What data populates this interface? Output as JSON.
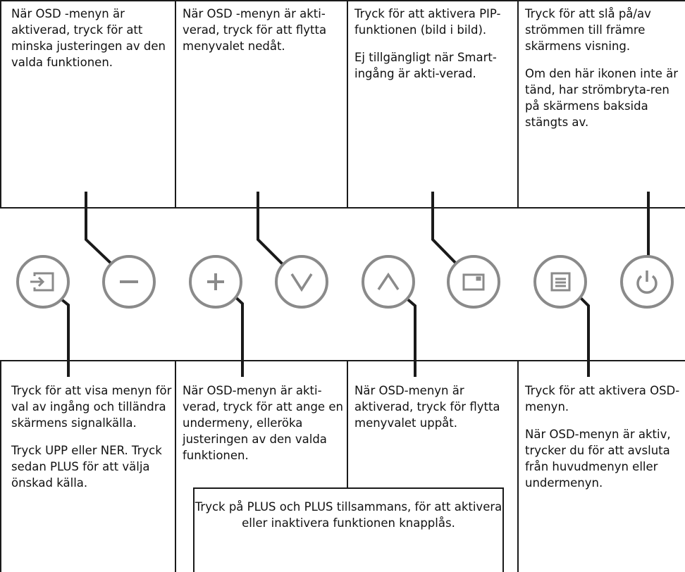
{
  "top_descriptions": [
    {
      "paragraphs": [
        "När OSD -menyn är aktiverad, tryck för att minska justeringen av den valda funktionen."
      ]
    },
    {
      "paragraphs": [
        "När OSD -menyn är akti-verad, tryck för att flytta menyvalet nedåt."
      ]
    },
    {
      "paragraphs": [
        "Tryck för att aktivera PIP-funktionen (bild i bild).",
        "Ej tillgängligt när Smart-ingång är akti-verad."
      ]
    },
    {
      "paragraphs": [
        "Tryck för att slå på/av strömmen till främre skärmens visning.",
        "Om den här ikonen inte är tänd, har strömbryta-ren på skärmens baksida stängts av."
      ]
    }
  ],
  "bottom_descriptions": [
    {
      "paragraphs": [
        "Tryck för att visa menyn för val av ingång och tilländra skärmens signalkälla.",
        "Tryck UPP eller NER. Tryck sedan PLUS för att välja önskad källa."
      ]
    },
    {
      "paragraphs": [
        "När OSD-menyn är akti-verad, tryck för att ange en undermeny, elleröka justeringen av den valda funktionen."
      ]
    },
    {
      "paragraphs": [
        "När OSD-menyn är aktiverad, tryck för flytta menyvalet uppåt."
      ]
    },
    {
      "paragraphs": [
        "Tryck för att aktivera OSD-menyn.",
        "När OSD-menyn är aktiv, trycker du för att avsluta från huvudmenyn eller undermenyn."
      ]
    }
  ],
  "bottom_note": "Tryck på PLUS och PLUS tillsammans, för att aktivera eller inaktivera funktionen knapplås.",
  "buttons": [
    {
      "icon": "input-source-icon"
    },
    {
      "icon": "minus-icon"
    },
    {
      "icon": "plus-icon"
    },
    {
      "icon": "chevron-down-icon"
    },
    {
      "icon": "chevron-up-icon"
    },
    {
      "icon": "pip-icon"
    },
    {
      "icon": "menu-icon"
    },
    {
      "icon": "power-icon"
    }
  ],
  "colors": {
    "line": "#1a1a1a",
    "button": "#8a8a8a"
  }
}
